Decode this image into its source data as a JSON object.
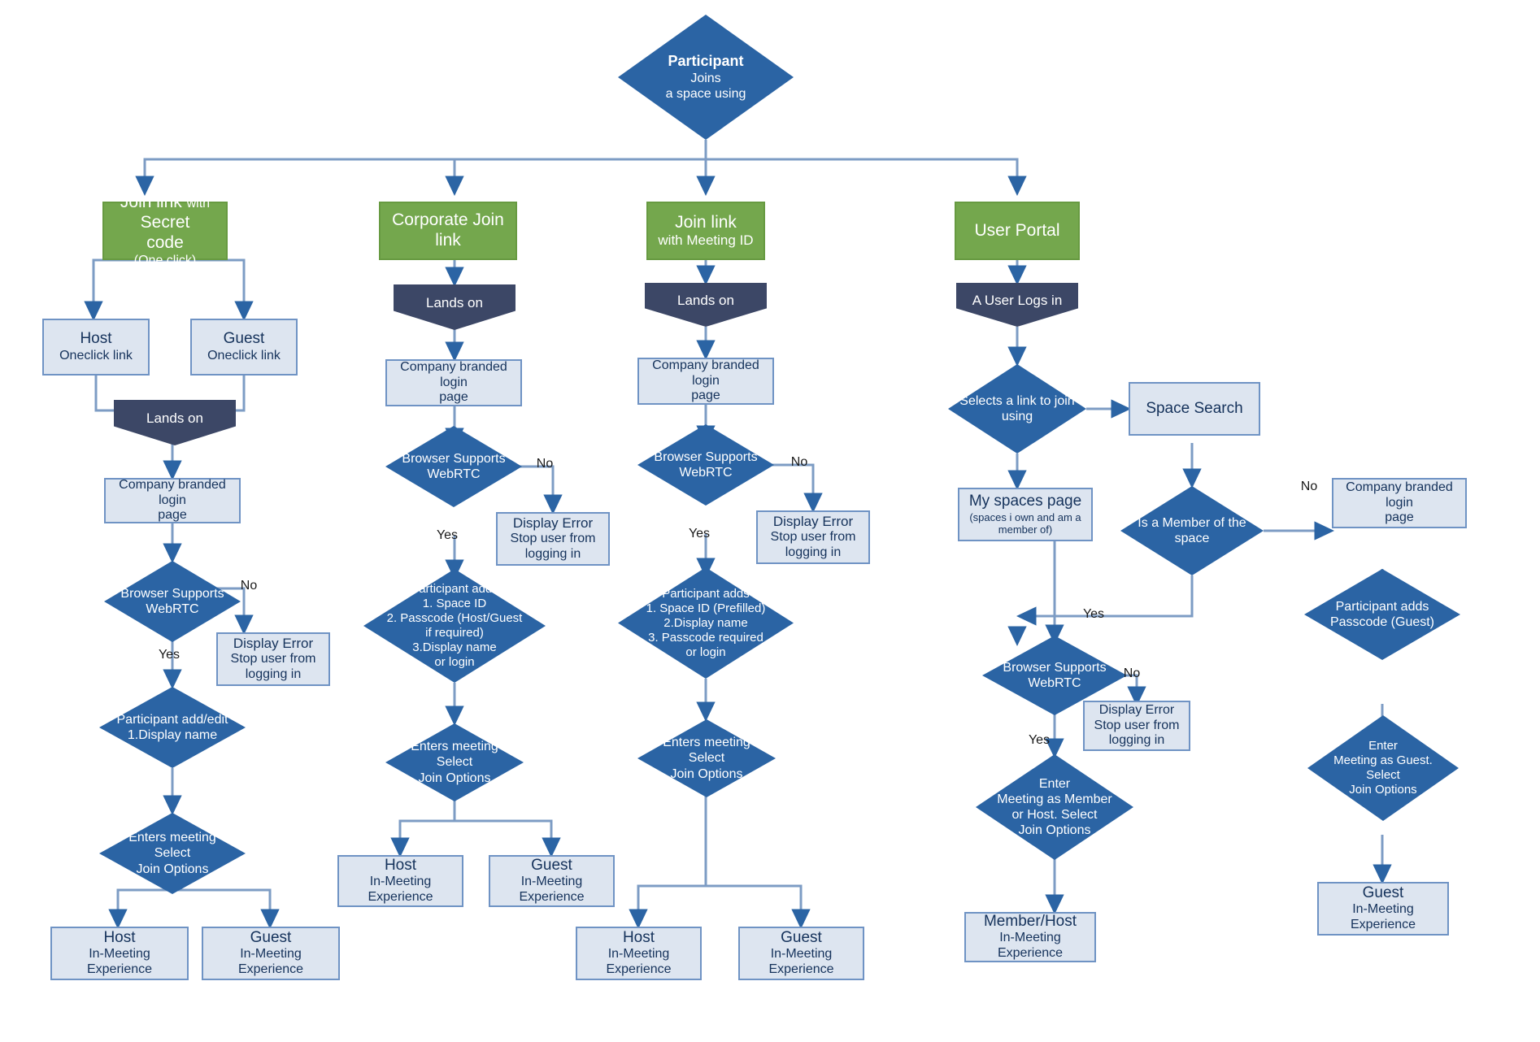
{
  "diagram": {
    "title": "Participant joins a space using",
    "colors": {
      "green": "#74a74d",
      "blue_diamond": "#2b64a4",
      "navy_pentagon": "#3c4766",
      "light_box_fill": "#dde5f0",
      "light_box_border": "#6f93c4",
      "connector": "#7d9cc4",
      "text_dark": "#15325b"
    },
    "start": {
      "line1": "Participant",
      "line2": "Joins",
      "line3": "a space using"
    },
    "branches": [
      {
        "id": "secret",
        "line1": "Join link",
        "line1b": "with",
        "line1c": "Secret",
        "line2": "code",
        "line3": "(One click)"
      },
      {
        "id": "corporate",
        "line1": "Corporate Join link"
      },
      {
        "id": "meetingid",
        "line1": "Join link",
        "line2": "with Meeting ID"
      },
      {
        "id": "portal",
        "line1": "User Portal"
      }
    ],
    "labels": {
      "lands_on": "Lands on",
      "a_user_logs_in": "A User Logs in",
      "yes": "Yes",
      "no": "No"
    },
    "col_secret": {
      "host_link_l1": "Host",
      "host_link_l2": "Oneclick link",
      "guest_link_l1": "Guest",
      "guest_link_l2": "Oneclick link",
      "lands_on": "Lands on",
      "login_l1": "Company branded login",
      "login_l2": "page",
      "webrtc_l1": "Browser Supports",
      "webrtc_l2": "WebRTC",
      "error_l1": "Display Error",
      "error_l2": "Stop user from",
      "error_l3": "logging in",
      "addedit_l1": "Participant add/edit",
      "addedit_l2": "1.Display name",
      "enters_l1": "Enters meeting",
      "enters_l2": "Select",
      "enters_l3": "Join Options",
      "host_exp_l1": "Host",
      "host_exp_l2": "In-Meeting Experience",
      "guest_exp_l1": "Guest",
      "guest_exp_l2": "In-Meeting Experience"
    },
    "col_corporate": {
      "lands_on": "Lands on",
      "login_l1": "Company branded login",
      "login_l2": "page",
      "webrtc_l1": "Browser Supports",
      "webrtc_l2": "WebRTC",
      "error_l1": "Display Error",
      "error_l2": "Stop user from",
      "error_l3": "logging in",
      "adds_l1": "Participant adds",
      "adds_l2": "1. Space ID",
      "adds_l3": "2. Passcode (Host/Guest",
      "adds_l4": "if required)",
      "adds_l5": "3.Display name",
      "adds_l6": "or login",
      "enters_l1": "Enters meeting",
      "enters_l2": "Select",
      "enters_l3": "Join Options",
      "host_exp_l1": "Host",
      "host_exp_l2": "In-Meeting Experience",
      "guest_exp_l1": "Guest",
      "guest_exp_l2": "In-Meeting Experience"
    },
    "col_meetingid": {
      "lands_on": "Lands on",
      "login_l1": "Company branded login",
      "login_l2": "page",
      "webrtc_l1": "Browser Supports",
      "webrtc_l2": "WebRTC",
      "error_l1": "Display Error",
      "error_l2": "Stop user from",
      "error_l3": "logging in",
      "adds_l1": "Participant adds",
      "adds_l2": "1. Space ID (Prefilled)",
      "adds_l3": "2.Display name",
      "adds_l4": "3. Passcode required",
      "adds_l5": "or login",
      "enters_l1": "Enters meeting",
      "enters_l2": "Select",
      "enters_l3": "Join Options",
      "host_exp_l1": "Host",
      "host_exp_l2": "In-Meeting Experience",
      "guest_exp_l1": "Guest",
      "guest_exp_l2": "In-Meeting Experience"
    },
    "col_portal": {
      "logs_in": "A User Logs in",
      "selects_l1": "Selects a link to join",
      "selects_l2": "using",
      "space_search": "Space Search",
      "myspaces_l1": "My spaces page",
      "myspaces_l2": "(spaces i own and am a",
      "myspaces_l3": "member of)",
      "is_member_l1": "Is a Member of the",
      "is_member_l2": "space",
      "webrtc_l1": "Browser Supports",
      "webrtc_l2": "WebRTC",
      "error_l1": "Display Error",
      "error_l2": "Stop user from",
      "error_l3": "logging in",
      "enter_l1": "Enter",
      "enter_l2": "Meeting as Member",
      "enter_l3": "or Host. Select",
      "enter_l4": "Join Options",
      "member_exp_l1": "Member/Host",
      "member_exp_l2": "In-Meeting Experience"
    },
    "col_guest": {
      "login_l1": "Company branded login",
      "login_l2": "page",
      "adds_l1": "Participant adds",
      "adds_l2": "Passcode (Guest)",
      "enter_l1": "Enter",
      "enter_l2": "Meeting as Guest.",
      "enter_l3": "Select",
      "enter_l4": "Join Options",
      "guest_exp_l1": "Guest",
      "guest_exp_l2": "In-Meeting Experience"
    }
  }
}
